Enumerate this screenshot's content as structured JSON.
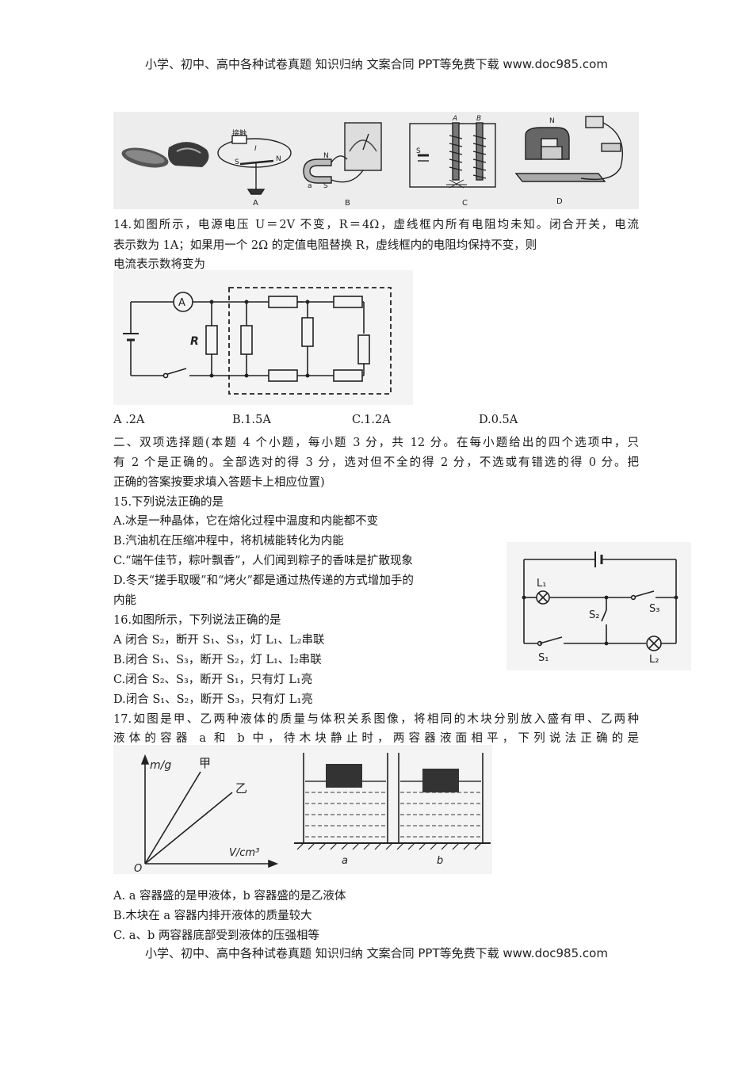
{
  "header_banner": "小学、初中、高中各种试卷真题 知识归纳 文案合同 PPT等免费下载 www.doc985.com",
  "footer_banner": "小学、初中、高中各种试卷真题 知识归纳 文案合同 PPT等免费下载 www.doc985.com",
  "fig13": {
    "labels": [
      "A",
      "B",
      "C",
      "D"
    ],
    "text_contact": "接触",
    "text_I": "I",
    "text_S": "S",
    "text_N": "N",
    "text_a": "a",
    "text_A": "A",
    "text_B": "B"
  },
  "q14": {
    "line1": "14.如图所示，电源电压 U＝2V 不变，R＝4Ω，虚线框内所有电阻均未知。闭合开关，电流",
    "line2": "表示数为 1A；如果用一个 2Ω 的定值电阻替换 R，虚线框内的电阻均保持不变，则",
    "line3": "电流表示数将变为",
    "ammeter": "A",
    "resistor_label": "R",
    "options": [
      "A .2A",
      "B.1.5A",
      "C.1.2A",
      "D.0.5A"
    ]
  },
  "section2": {
    "line1": "二、双项选择题(本题 4 个小题，每小题 3 分，共 12 分。在每小题给出的四个选项中，只",
    "line2": "有 2 个是正确的。全部选对的得 3 分，选对但不全的得 2 分，不选或有错选的得 0 分。把",
    "line3": "正确的答案按要求填入答题卡上相应位置)"
  },
  "q15": {
    "stem": "15.下列说法正确的是",
    "a": "A.冰是一种晶体，它在熔化过程中温度和内能都不变",
    "b": "B.汽油机在压缩冲程中，将机械能转化为内能",
    "c": "C.“端午佳节，粽叶飘香”，人们闻到粽子的香味是扩散现象",
    "d1": "D.冬天“搓手取暖”和“烤火”都是通过热传递的方式增加手的",
    "d2": "内能"
  },
  "q16": {
    "stem": "16.如图所示，下列说法正确的是",
    "a": "A 闭合 S₂，断开 S₁、S₃，灯 L₁、L₂串联",
    "b": "B.闭合 S₁、S₃，断开 S₂，灯 L₁、I₂串联",
    "c": "C.闭合 S₂、S₃，断开 S₁，只有灯 L₁亮",
    "d": "D.闭合 S₁、S₂，断开 S₃，只有灯 L₁亮",
    "fig": {
      "L1": "L₁",
      "L2": "L₂",
      "S1": "S₁",
      "S2": "S₂",
      "S3": "S₃"
    }
  },
  "q17": {
    "line1": "17.如图是甲、乙两种液体的质量与体积关系图像，将相同的木块分别放入盛有甲、乙两种",
    "line2": "液体的容器 a 和 b 中，待木块静止时，两容器液面相平，下列说法正确的是",
    "fig": {
      "ylabel": "m/g",
      "xlabel": "V/cm³",
      "origin": "O",
      "jia": "甲",
      "yi": "乙",
      "a": "a",
      "b": "b"
    },
    "a": "A. a 容器盛的是甲液体，b 容器盛的是乙液体",
    "b": "B.木块在 a 容器内排开液体的质量较大",
    "c": "C. a、b 两容器底部受到液体的压强相等"
  }
}
